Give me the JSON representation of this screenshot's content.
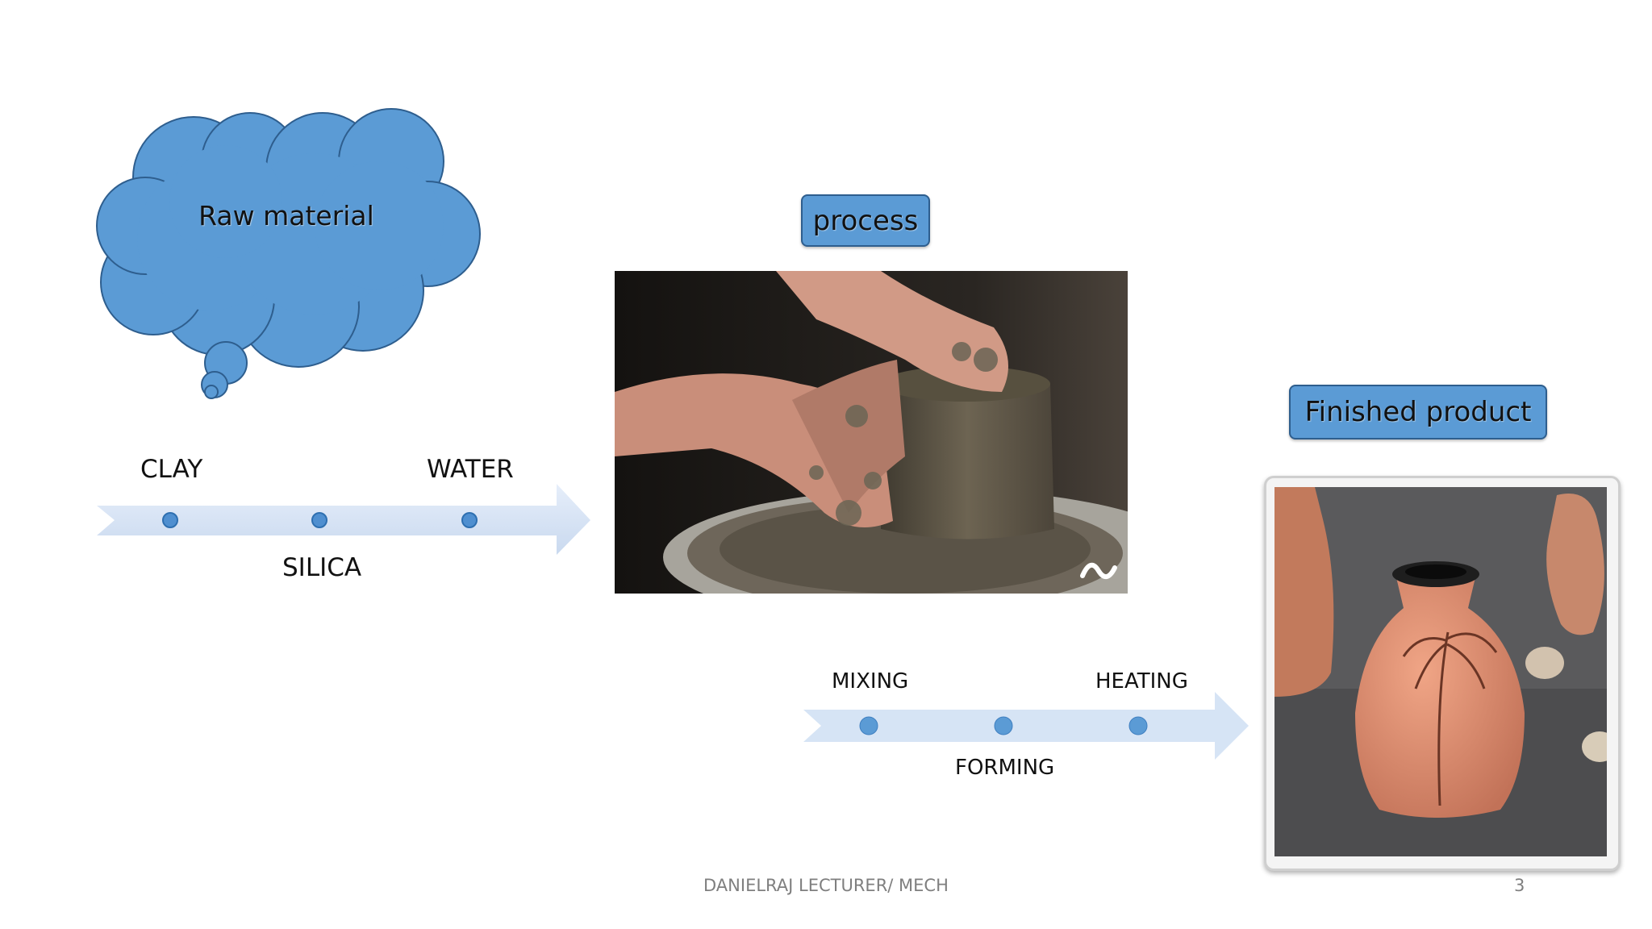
{
  "raw_material": {
    "label": "Raw material",
    "items": [
      "CLAY",
      "SILICA",
      "WATER"
    ]
  },
  "process": {
    "label": "process",
    "steps": [
      "MIXING",
      "FORMING",
      "HEATING"
    ]
  },
  "finished": {
    "label": "Finished product"
  },
  "footer": {
    "author": "DANIELRAJ LECTURER/ MECH",
    "page_number": "3"
  },
  "colors": {
    "accent_blue": "#5b9bd5",
    "timeline_light": "#d6e4f5"
  },
  "icons": {
    "photo_watermark": "wave-logo-icon"
  }
}
